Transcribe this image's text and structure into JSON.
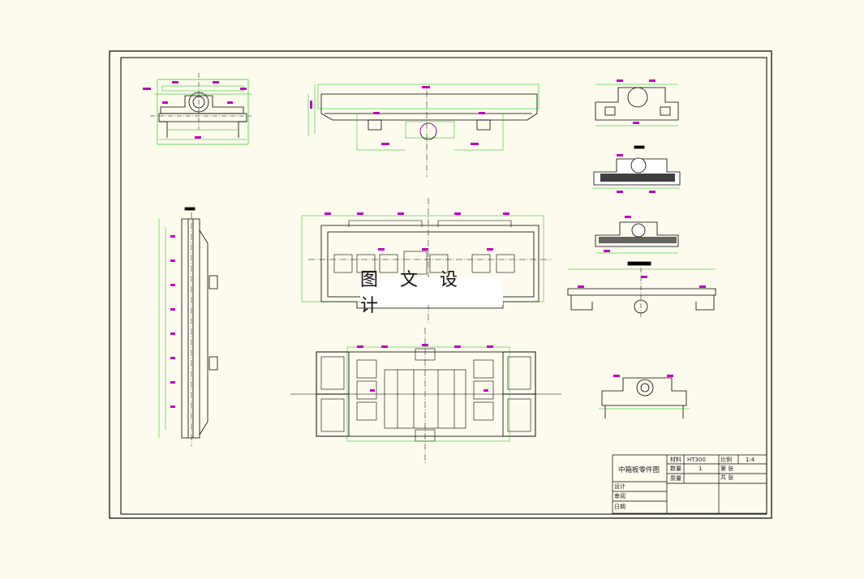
{
  "watermark": "图 文 设 计",
  "title_block": {
    "drawing_name": "中箱板零件图",
    "material_label": "材料",
    "material_value": "HT300",
    "scale_label": "比例",
    "scale_value": "1:4",
    "quantity_label": "数量",
    "quantity_value": "1",
    "weight_label": "质量",
    "sheet_label_1": "第 张",
    "sheet_label_2": "共 张",
    "designer_label": "设计",
    "reviewer_label": "审阅",
    "date_label": "日期"
  },
  "colors": {
    "paper": "#fdfbee",
    "outline": "#000000",
    "dimension": "#00c000",
    "text_tag": "#c000c0",
    "section_fill": "#000000"
  }
}
